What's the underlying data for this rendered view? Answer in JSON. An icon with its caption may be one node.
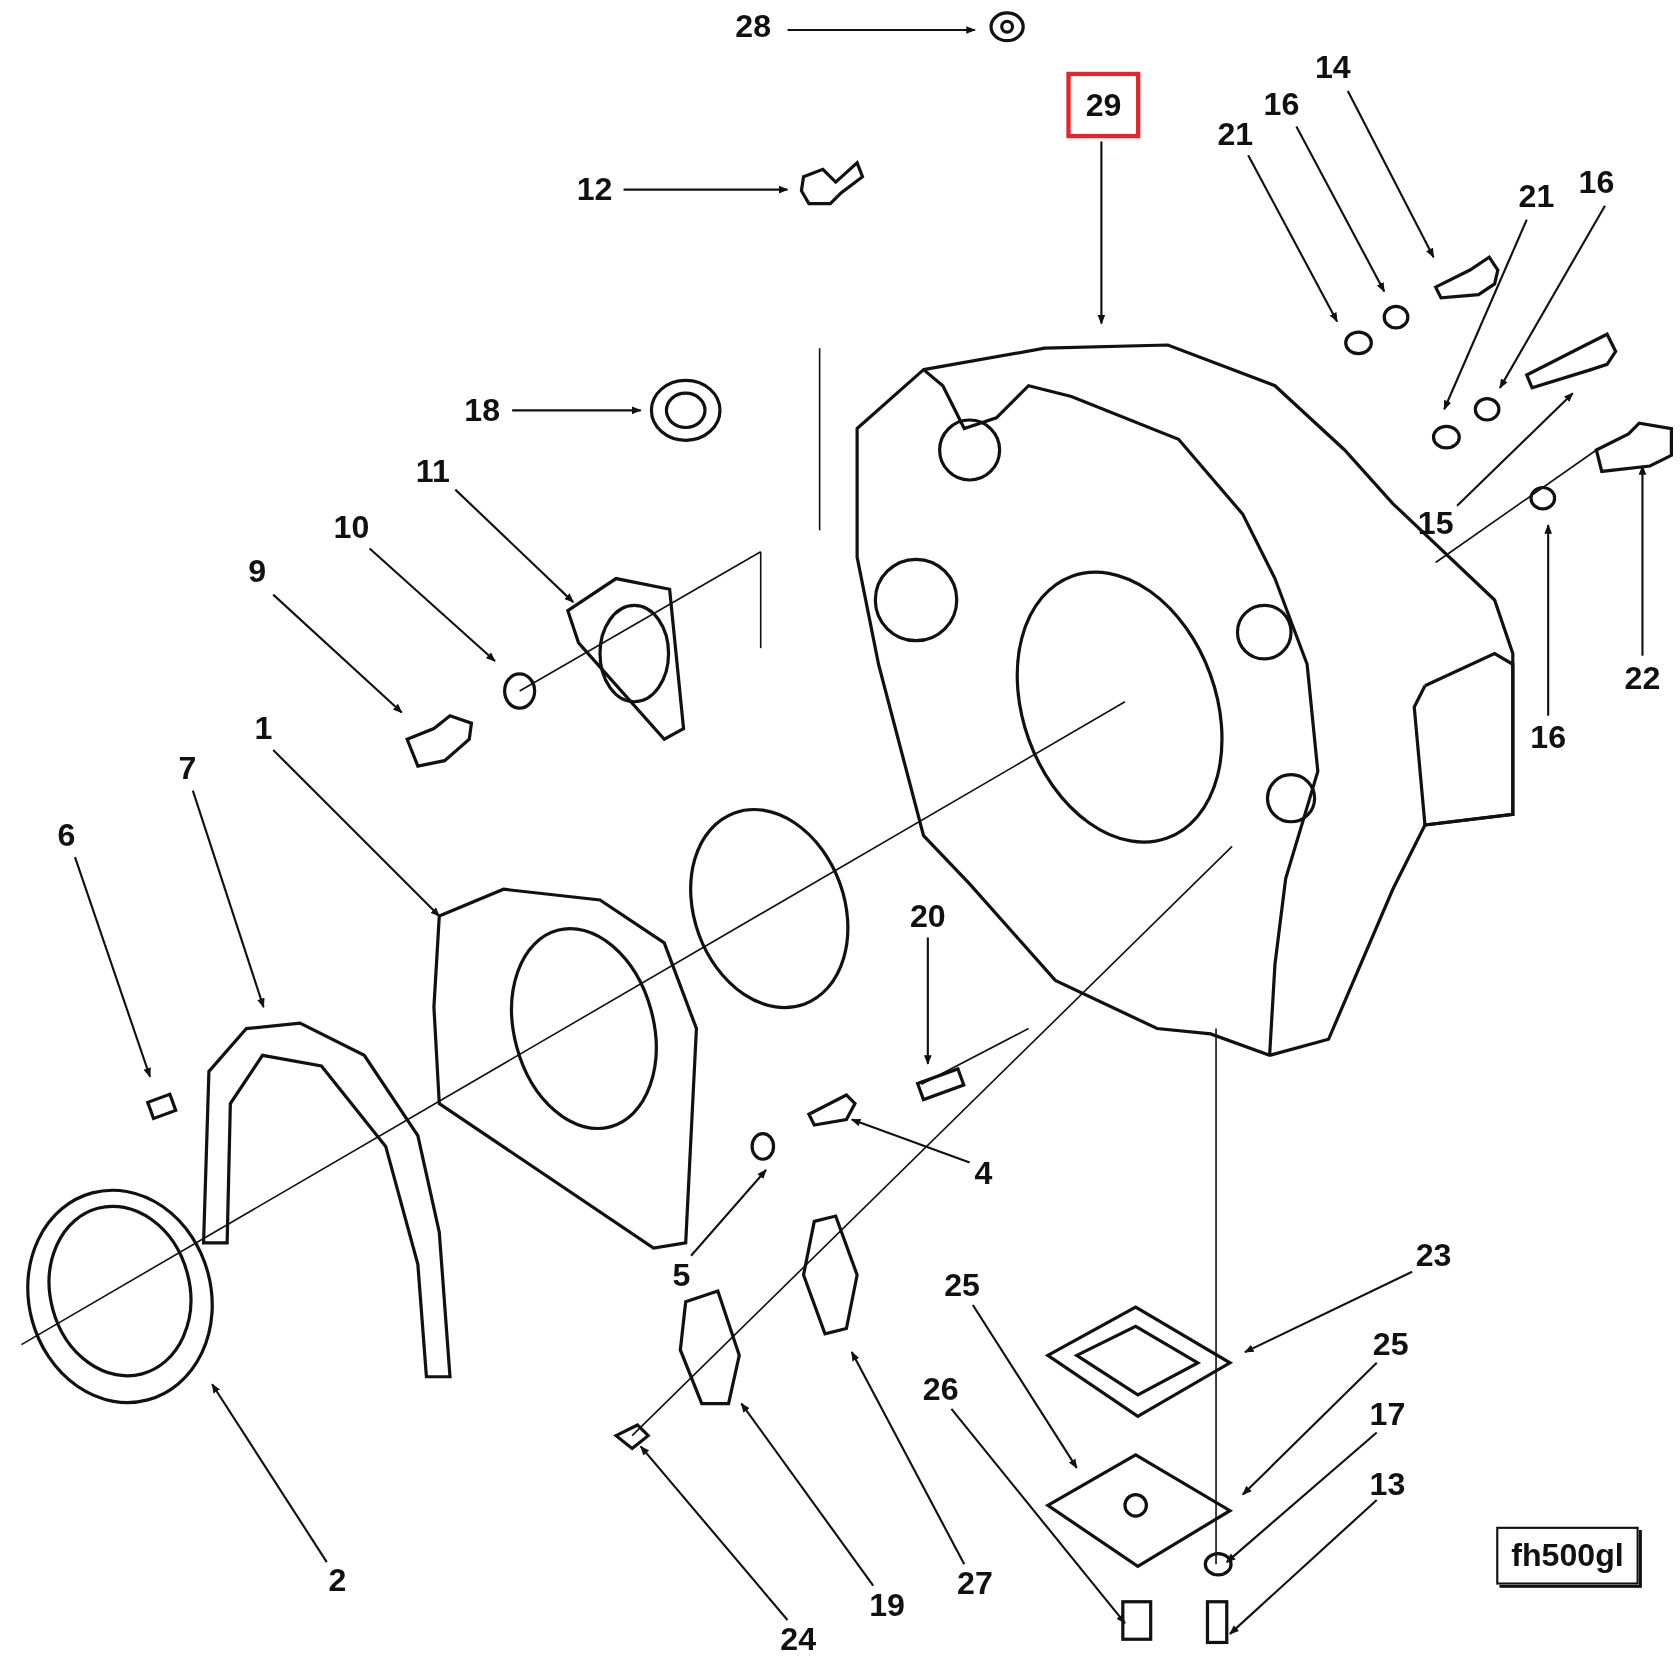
{
  "diagram": {
    "nodes": [
      {
        "text": [
          "28"
        ]
      },
      {
        "text": [
          "29"
        ]
      },
      {
        "text": [
          "14"
        ]
      },
      {
        "text": [
          "16"
        ]
      },
      {
        "text": [
          "21"
        ]
      },
      {
        "text": [
          "12"
        ]
      },
      {
        "text": [
          "21"
        ]
      },
      {
        "text": [
          "16"
        ]
      },
      {
        "text": [
          "18"
        ]
      },
      {
        "text": [
          "11"
        ]
      },
      {
        "text": [
          "10"
        ]
      },
      {
        "text": [
          "9"
        ]
      },
      {
        "text": [
          "15"
        ]
      },
      {
        "text": [
          "22"
        ]
      },
      {
        "text": [
          "16"
        ]
      },
      {
        "text": [
          "1"
        ]
      },
      {
        "text": [
          "7"
        ]
      },
      {
        "text": [
          "6"
        ]
      },
      {
        "text": [
          "20"
        ]
      },
      {
        "text": [
          "4"
        ]
      },
      {
        "text": [
          "5"
        ]
      },
      {
        "text": [
          "23"
        ]
      },
      {
        "text": [
          "25"
        ]
      },
      {
        "text": [
          "25"
        ]
      },
      {
        "text": [
          "17"
        ]
      },
      {
        "text": [
          "26"
        ]
      },
      {
        "text": [
          "13"
        ]
      },
      {
        "text": [
          "2"
        ]
      },
      {
        "text": [
          "27"
        ]
      },
      {
        "text": [
          "19"
        ]
      },
      {
        "text": [
          "24"
        ]
      },
      {
        "text": [
          "fh500gl"
        ]
      }
    ],
    "edges": [
      {
        "from": 0,
        "to": null,
        "arrow": "to"
      },
      {
        "from": 1,
        "to": null,
        "arrow": "to"
      },
      {
        "from": 2,
        "to": null,
        "arrow": "to"
      },
      {
        "from": 3,
        "to": null,
        "arrow": "to"
      },
      {
        "from": 4,
        "to": null,
        "arrow": "to"
      },
      {
        "from": 5,
        "to": null,
        "arrow": "to"
      },
      {
        "from": 6,
        "to": null,
        "arrow": "to"
      },
      {
        "from": 7,
        "to": null,
        "arrow": "to"
      },
      {
        "from": 8,
        "to": null,
        "arrow": "to"
      },
      {
        "from": 9,
        "to": null,
        "arrow": "to"
      },
      {
        "from": 10,
        "to": null,
        "arrow": "to"
      },
      {
        "from": 11,
        "to": null,
        "arrow": "to"
      },
      {
        "from": 12,
        "to": null,
        "arrow": "to"
      },
      {
        "from": 13,
        "to": null,
        "arrow": "to"
      },
      {
        "from": 14,
        "to": null,
        "arrow": "to"
      },
      {
        "from": 15,
        "to": null,
        "arrow": "to"
      },
      {
        "from": 16,
        "to": null,
        "arrow": "to"
      },
      {
        "from": 17,
        "to": null,
        "arrow": "to"
      },
      {
        "from": 18,
        "to": null,
        "arrow": "to"
      },
      {
        "from": 19,
        "to": null,
        "arrow": "to"
      },
      {
        "from": 20,
        "to": null,
        "arrow": "to"
      },
      {
        "from": 21,
        "to": null,
        "arrow": "to"
      },
      {
        "from": 22,
        "to": null,
        "arrow": "to"
      },
      {
        "from": 23,
        "to": null,
        "arrow": "to"
      },
      {
        "from": 24,
        "to": null,
        "arrow": "to"
      },
      {
        "from": 25,
        "to": null,
        "arrow": "to"
      },
      {
        "from": 26,
        "to": null,
        "arrow": "to"
      },
      {
        "from": 27,
        "to": null,
        "arrow": "to"
      },
      {
        "from": 28,
        "to": null,
        "arrow": "to"
      },
      {
        "from": 29,
        "to": null,
        "arrow": "to"
      },
      {
        "from": 30,
        "to": null,
        "arrow": "to"
      }
    ]
  }
}
